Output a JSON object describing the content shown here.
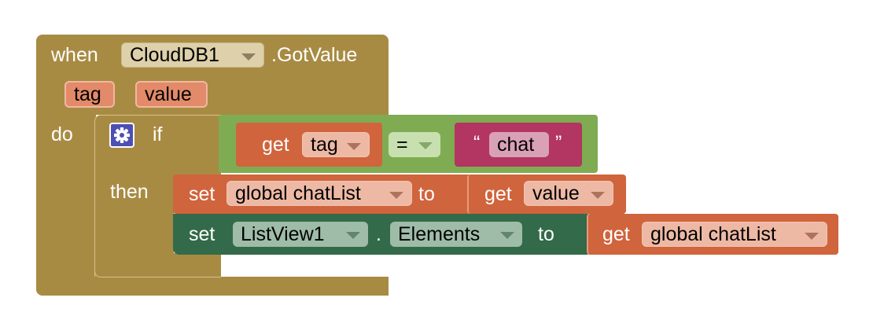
{
  "event_block": {
    "when_label": "when",
    "component": "CloudDB1",
    "event": ".GotValue",
    "params": [
      "tag",
      "value"
    ],
    "do_label": "do"
  },
  "if_block": {
    "if_label": "if",
    "then_label": "then",
    "gear_icon": "gear-icon"
  },
  "condition": {
    "get_label": "get",
    "var_name": "tag",
    "operator": "=",
    "quote_open": "“",
    "text_value": "chat",
    "quote_close": "”"
  },
  "set_global": {
    "set_label": "set",
    "var_name": "global chatList",
    "to_label": "to",
    "get_label": "get",
    "value_name": "value"
  },
  "set_component": {
    "set_label": "set",
    "component": "ListView1",
    "dot": ".",
    "property": "Elements",
    "to_label": "to",
    "get_label": "get",
    "value_name": "global chatList"
  },
  "colors": {
    "event": "#a88b43",
    "logic": "#7fac52",
    "variable": "#d0643c",
    "text": "#b33561",
    "component": "#336a4a",
    "gear": "#4c4fb3"
  }
}
